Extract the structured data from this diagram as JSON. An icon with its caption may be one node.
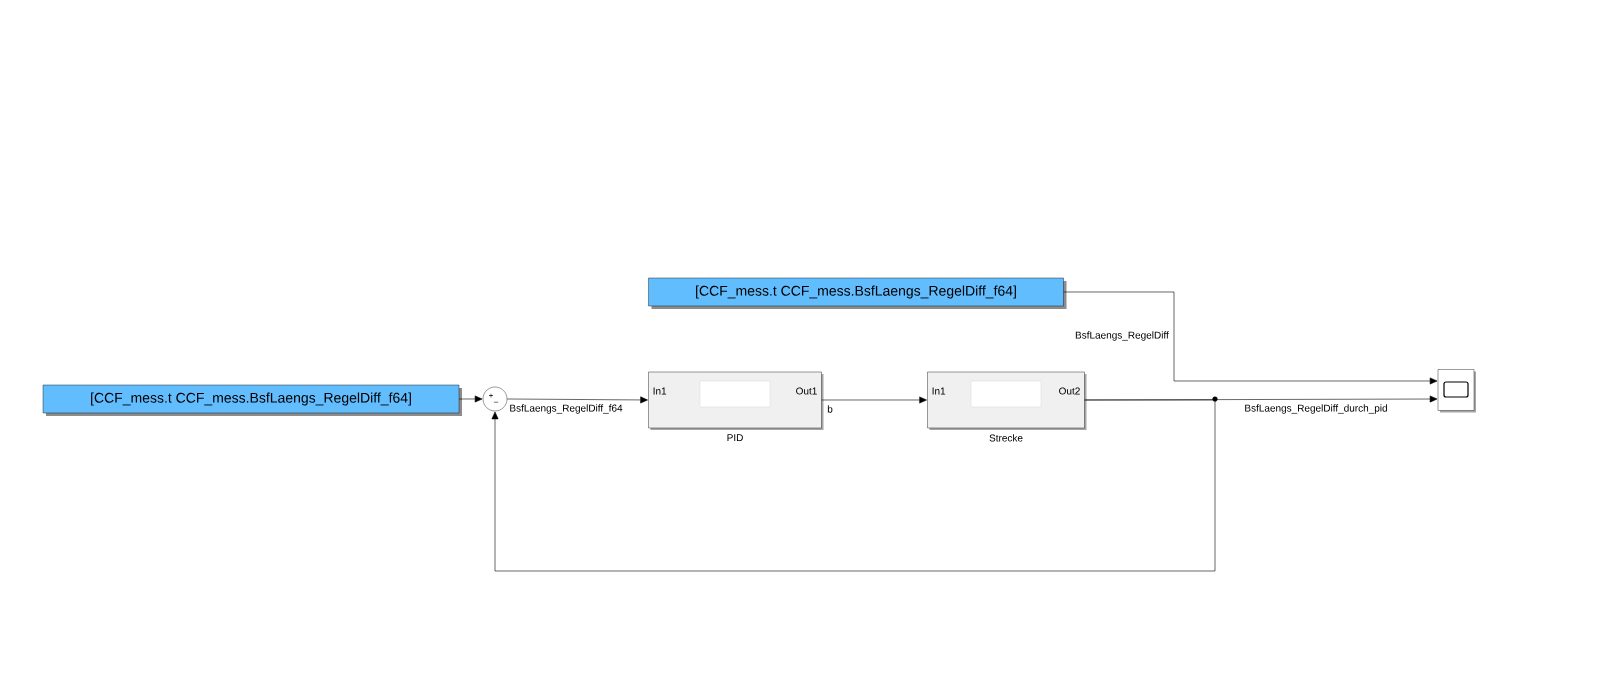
{
  "diagram": {
    "nodes": [
      {
        "text": [
          "[CCF_mess.t CCF_mess.BsfLaengs_RegelDiff_f64]"
        ]
      },
      {
        "text": [
          "[CCF_mess.t CCF_mess.BsfLaengs_RegelDiff_f64]"
        ]
      },
      {
        "text": [
          "+",
          "–"
        ]
      },
      {
        "text": [
          "In1",
          "Out1",
          "PID"
        ]
      },
      {
        "text": [
          "In1",
          "Out2",
          "Strecke"
        ]
      },
      {
        "text": [],
        "shape": "box"
      }
    ],
    "edges": [
      {
        "from": 1,
        "to": 2,
        "arrow": "to"
      },
      {
        "from": 2,
        "to": 3,
        "arrow": "to",
        "label": "BsfLaengs_RegelDiff_f64"
      },
      {
        "from": 3,
        "to": 4,
        "arrow": "to",
        "label": "b"
      },
      {
        "from": 0,
        "to": 5,
        "arrow": "to",
        "label": "BsfLaengs_RegelDiff"
      },
      {
        "from": 4,
        "to": 5,
        "arrow": "to",
        "label": "BsfLaengs_RegelDiff_durch_pid"
      },
      {
        "from": 4,
        "to": 2,
        "arrow": "to"
      }
    ]
  }
}
